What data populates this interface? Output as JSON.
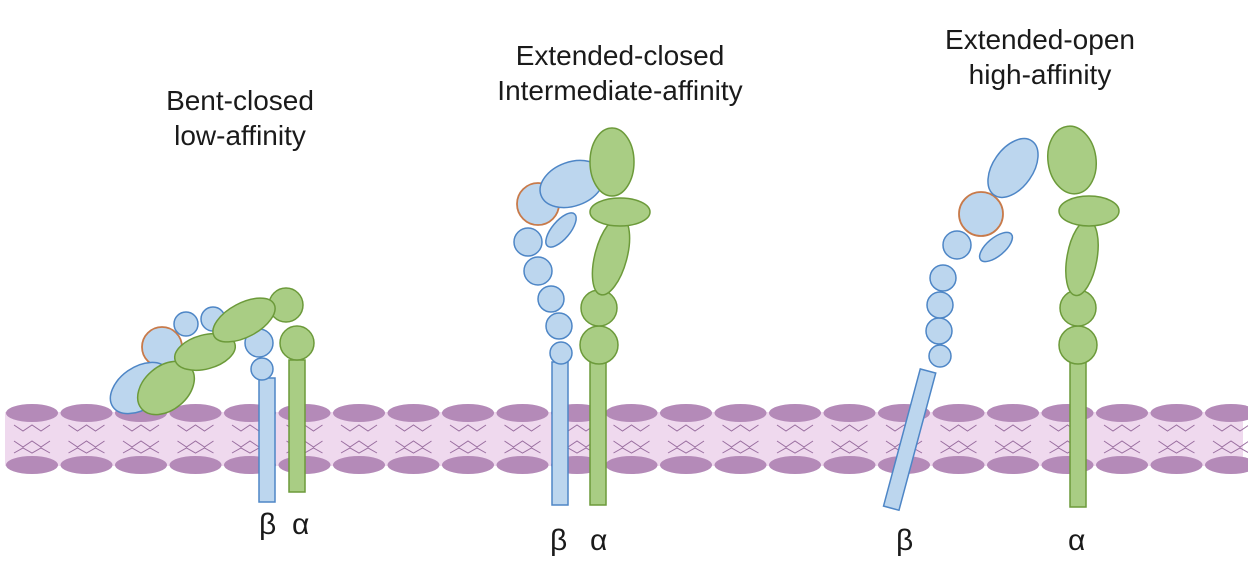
{
  "figure": {
    "colors": {
      "beta_fill": "#bcd6ee",
      "beta_stroke": "#4e86c6",
      "alpha_fill": "#a9cd84",
      "alpha_stroke": "#6c9a3a",
      "ring_stroke": "#c87a4a",
      "membrane_head": "#b48ab8",
      "membrane_body": "#efd9ee",
      "membrane_tail": "#9a6fa0"
    },
    "states": [
      {
        "id": "bent-closed",
        "title_line1": "Bent-closed",
        "title_line2": "low-affinity",
        "beta_label": "β",
        "alpha_label": "α"
      },
      {
        "id": "extended-closed",
        "title_line1": "Extended-closed",
        "title_line2": "Intermediate-affinity",
        "beta_label": "β",
        "alpha_label": "α"
      },
      {
        "id": "extended-open",
        "title_line1": "Extended-open",
        "title_line2": "high-affinity",
        "beta_label": "β",
        "alpha_label": "α"
      }
    ]
  }
}
